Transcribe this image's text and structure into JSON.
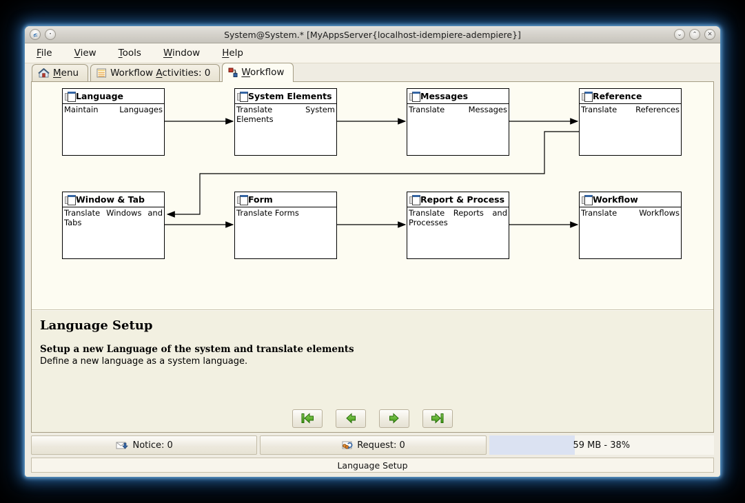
{
  "window": {
    "title": "System@System.* [MyAppsServer{localhost-idempiere-adempiere}]",
    "controls": {
      "left_icons": [
        "app-icon",
        "window-menu-icon"
      ],
      "right": [
        "⌄",
        "⌃",
        "✕"
      ],
      "right_names": [
        "shade-button",
        "maximize-button",
        "close-button"
      ]
    }
  },
  "menubar": {
    "items": [
      {
        "pre": "",
        "key": "F",
        "post": "ile"
      },
      {
        "pre": "",
        "key": "V",
        "post": "iew"
      },
      {
        "pre": "",
        "key": "T",
        "post": "ools"
      },
      {
        "pre": "",
        "key": "W",
        "post": "indow"
      },
      {
        "pre": "",
        "key": "H",
        "post": "elp"
      }
    ]
  },
  "tabs": [
    {
      "icon": "home-icon",
      "pre": "",
      "key": "M",
      "post": "enu",
      "active": false
    },
    {
      "icon": "activities-icon",
      "pre": "Workflow ",
      "key": "A",
      "post": "ctivities: 0",
      "active": false
    },
    {
      "icon": "workflow-icon",
      "pre": "",
      "key": "W",
      "post": "orkflow",
      "active": true
    }
  ],
  "workflow": {
    "nodes": [
      {
        "title": "Language",
        "description": "Maintain Languages"
      },
      {
        "title": "System Elements",
        "description": "Translate System Elements"
      },
      {
        "title": "Messages",
        "description": "Translate Messages"
      },
      {
        "title": "Reference",
        "description": "Translate References"
      },
      {
        "title": "Window & Tab",
        "description": "Translate Windows and Tabs"
      },
      {
        "title": "Form",
        "description": "Translate Forms"
      },
      {
        "title": "Report & Process",
        "description": "Translate Reports and Processes"
      },
      {
        "title": "Workflow",
        "description": "Translate Workflows"
      }
    ]
  },
  "details": {
    "heading": "Language Setup",
    "subtitle": "Setup a new Language of the system and translate elements",
    "description": "Define a new language as a system language."
  },
  "navigation": {
    "buttons": [
      "first-record",
      "previous-record",
      "next-record",
      "last-record"
    ],
    "arrow_color": "#4fae1c"
  },
  "statusbar": {
    "notice": "Notice: 0",
    "request": "Request: 0",
    "memory": "59 MB - 38%",
    "memory_percent": 38
  },
  "status_line": "Language Setup"
}
